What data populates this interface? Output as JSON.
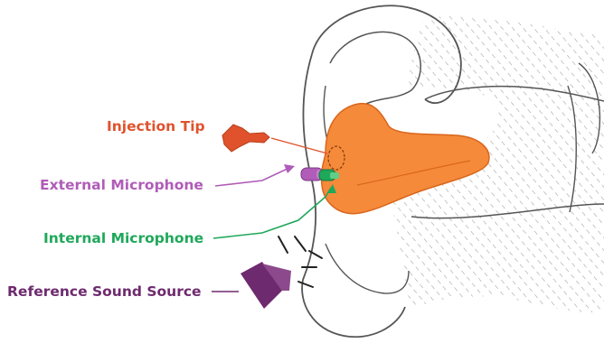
{
  "labels": {
    "injection_tip": "Injection Tip",
    "external_microphone": "External Microphone",
    "internal_microphone": "Internal Microphone",
    "reference_sound_source": "Reference Sound Source"
  },
  "colors": {
    "injection_tip": "#E0522C",
    "external_microphone": "#B05CB8",
    "internal_microphone": "#1FA85A",
    "reference_sound_source": "#6E2A6E",
    "earpiece": "#F58A3A",
    "earpiece_outline": "#D9661C",
    "ear_outline": "#555555",
    "hatch": "#9A9A9A"
  },
  "icons": {
    "injection_tip": "injection-tip-icon",
    "external_microphone": "external-microphone-icon",
    "internal_microphone": "internal-microphone-icon",
    "reference_sound_source": "speaker-icon"
  }
}
